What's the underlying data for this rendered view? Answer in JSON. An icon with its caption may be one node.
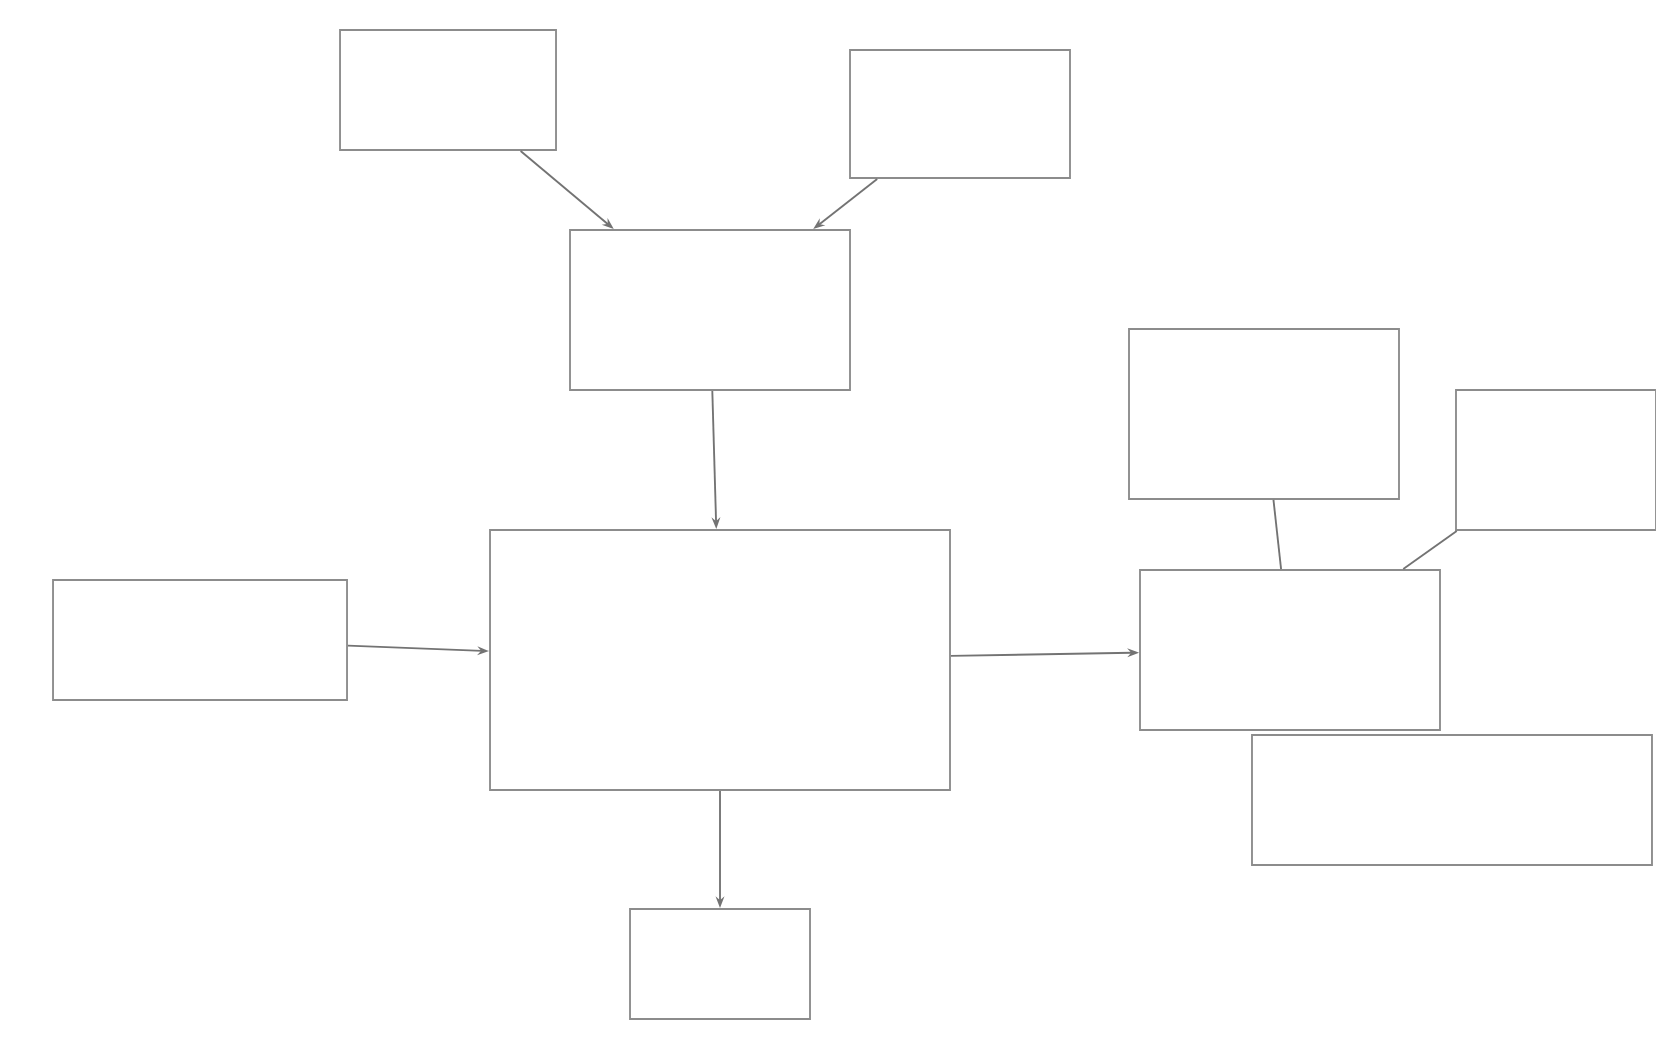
{
  "diagram": {
    "nodes": [
      {
        "text": [],
        "shape": "box"
      },
      {
        "text": [],
        "shape": "box"
      },
      {
        "text": [],
        "shape": "box"
      },
      {
        "text": [],
        "shape": "box"
      },
      {
        "text": [],
        "shape": "box"
      },
      {
        "text": [],
        "shape": "box"
      },
      {
        "text": [],
        "shape": "box"
      },
      {
        "text": [],
        "shape": "box"
      },
      {
        "text": [],
        "shape": "box"
      },
      {
        "text": [],
        "shape": "box"
      }
    ],
    "edges": [
      {
        "from": 0,
        "to": 2,
        "arrow": "to"
      },
      {
        "from": 1,
        "to": 2,
        "arrow": "to"
      },
      {
        "from": 2,
        "to": 4,
        "arrow": "to"
      },
      {
        "from": 3,
        "to": 4,
        "arrow": "to"
      },
      {
        "from": 4,
        "to": 5,
        "arrow": "to"
      },
      {
        "from": 4,
        "to": 8,
        "arrow": "to"
      },
      {
        "from": 6,
        "to": 8,
        "arrow": "none"
      },
      {
        "from": 7,
        "to": 8,
        "arrow": "none"
      }
    ]
  }
}
